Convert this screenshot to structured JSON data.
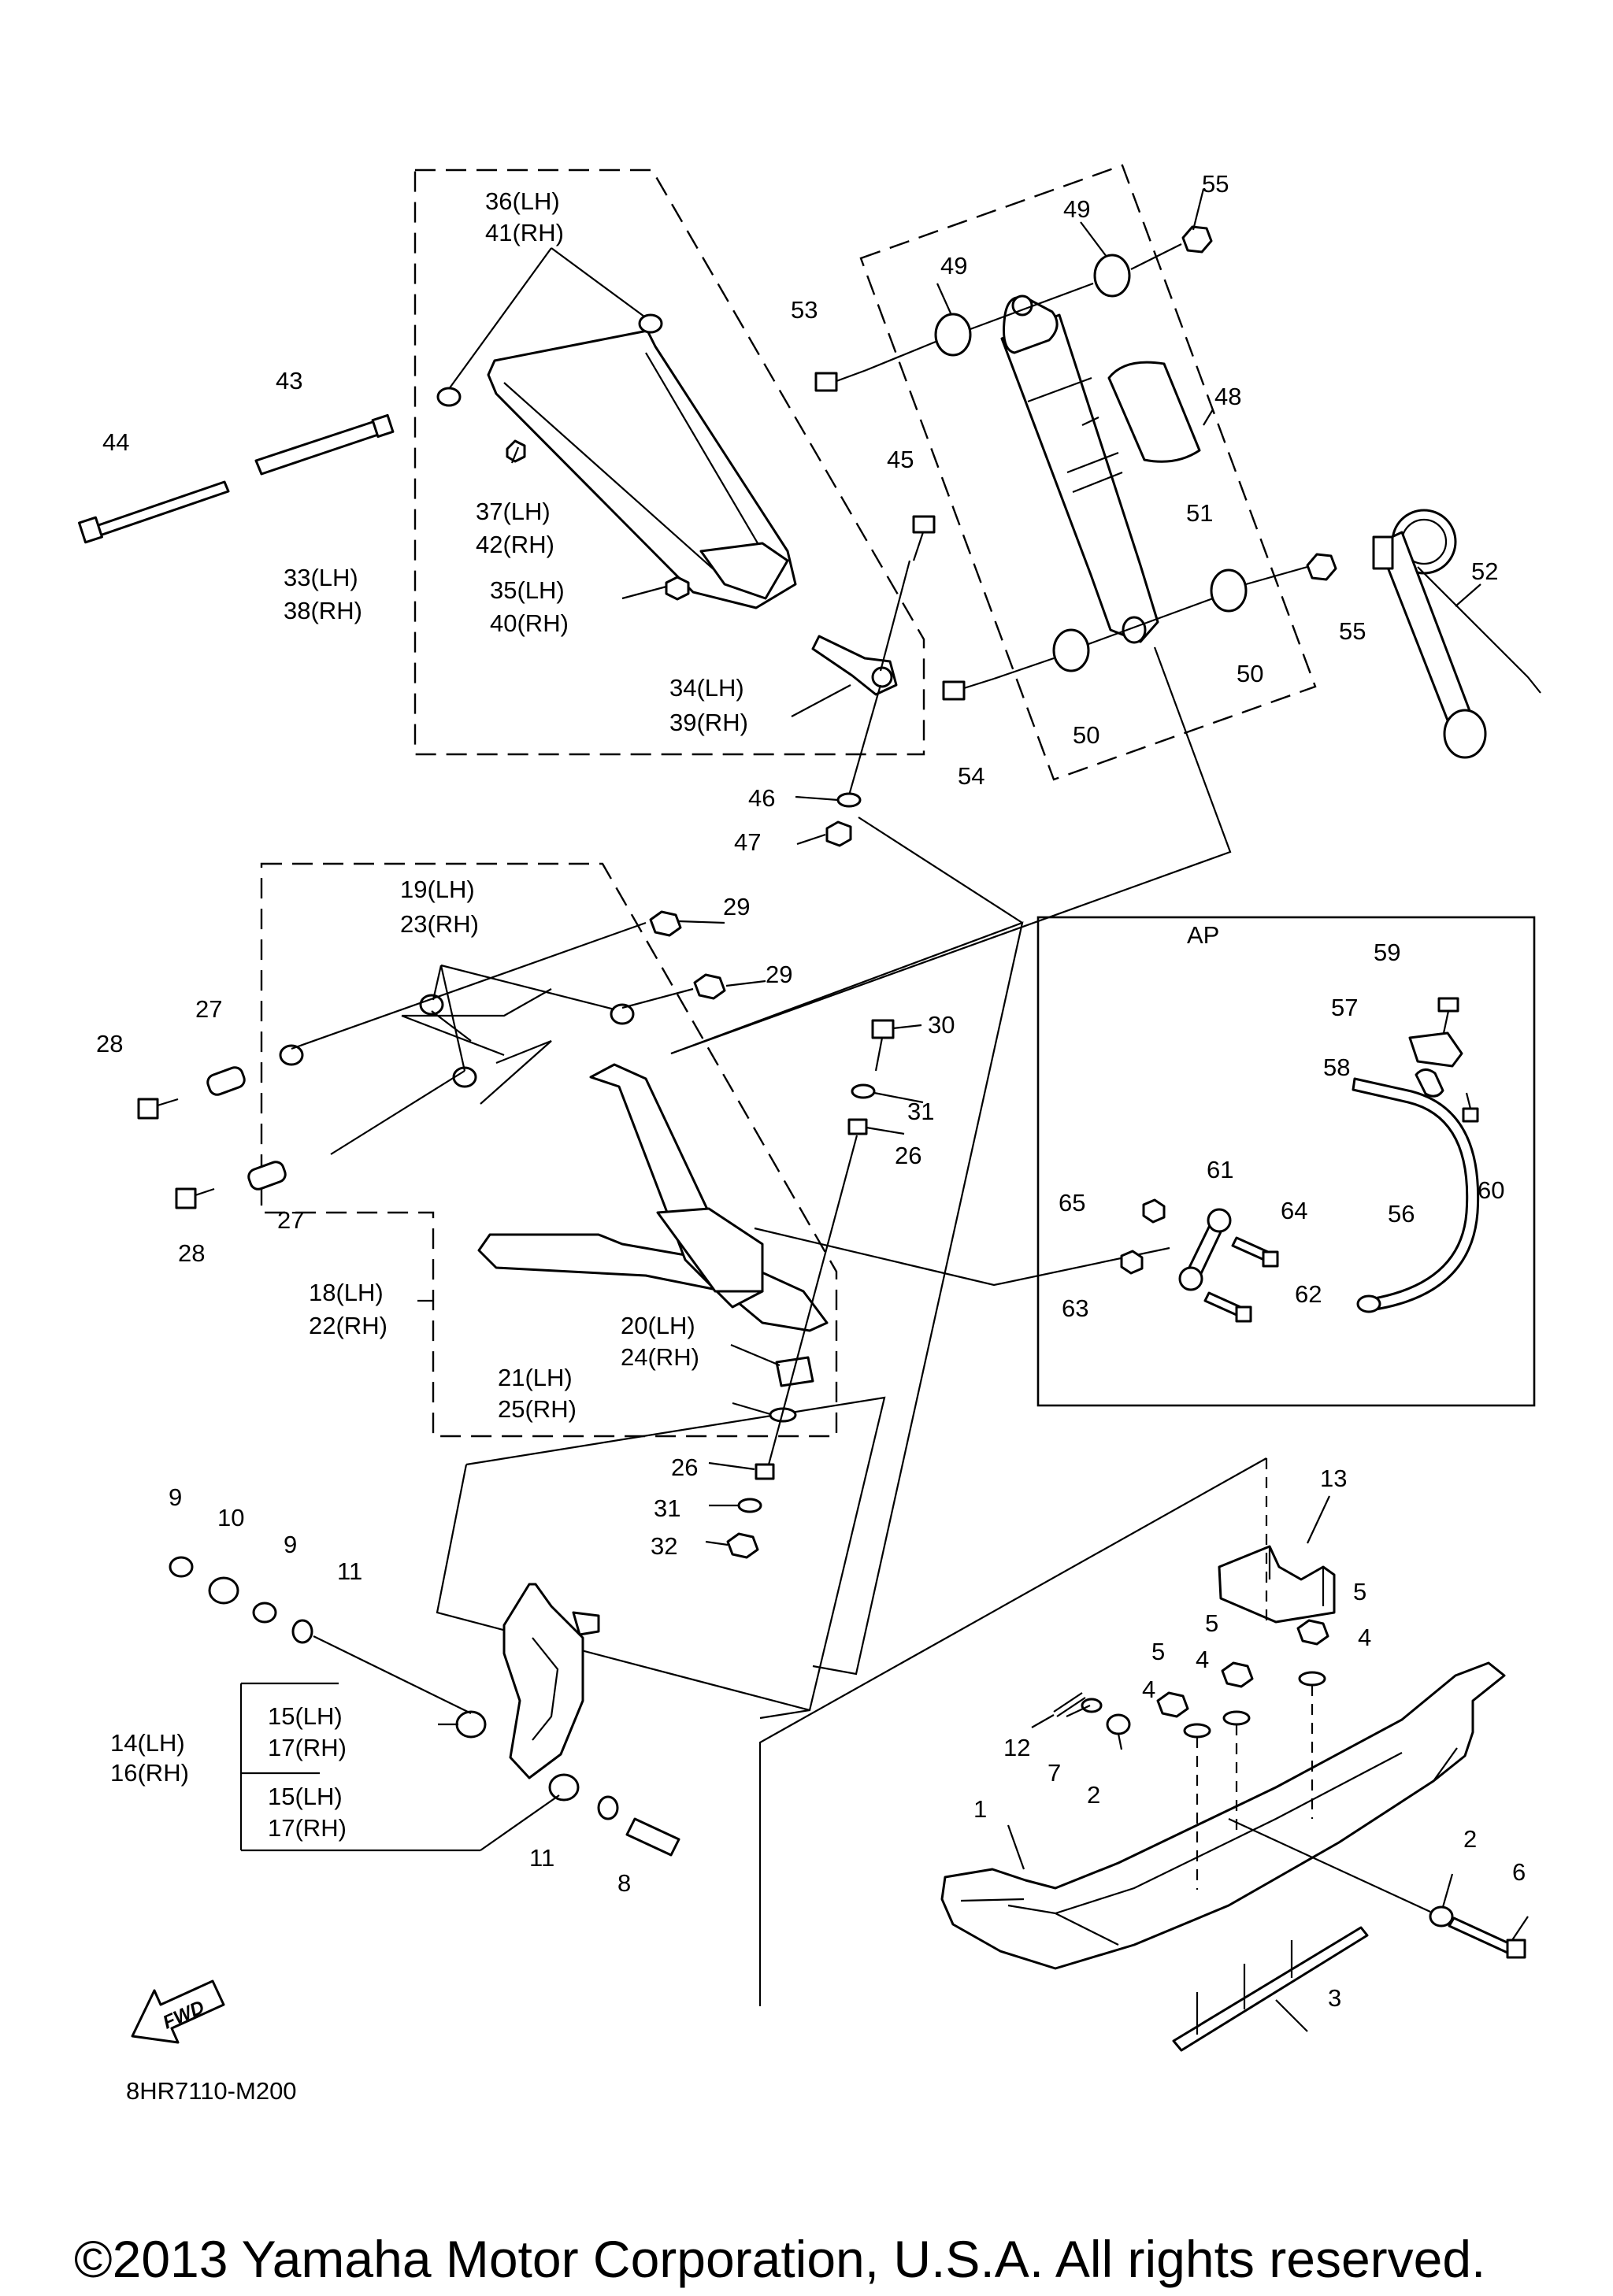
{
  "diagram": {
    "fwd_label": "FWD",
    "ap_label": "AP",
    "drawing_code": "8HR7110-M200",
    "copyright": "©2013 Yamaha Motor Corporation, U.S.A. All rights reserved.",
    "labels": [
      {
        "id": "l1",
        "text": "1"
      },
      {
        "id": "l2a",
        "text": "2"
      },
      {
        "id": "l2b",
        "text": "2"
      },
      {
        "id": "l3",
        "text": "3"
      },
      {
        "id": "l4a",
        "text": "4"
      },
      {
        "id": "l4b",
        "text": "4"
      },
      {
        "id": "l4c",
        "text": "4"
      },
      {
        "id": "l5a",
        "text": "5"
      },
      {
        "id": "l5b",
        "text": "5"
      },
      {
        "id": "l5c",
        "text": "5"
      },
      {
        "id": "l6",
        "text": "6"
      },
      {
        "id": "l7",
        "text": "7"
      },
      {
        "id": "l8",
        "text": "8"
      },
      {
        "id": "l9a",
        "text": "9"
      },
      {
        "id": "l9b",
        "text": "9"
      },
      {
        "id": "l10",
        "text": "10"
      },
      {
        "id": "l11a",
        "text": "11"
      },
      {
        "id": "l11b",
        "text": "11"
      },
      {
        "id": "l12",
        "text": "12"
      },
      {
        "id": "l13",
        "text": "13"
      },
      {
        "id": "l14",
        "text": "14(LH)"
      },
      {
        "id": "l16",
        "text": "16(RH)"
      },
      {
        "id": "l15a",
        "text": "15(LH)"
      },
      {
        "id": "l17a",
        "text": "17(RH)"
      },
      {
        "id": "l15b",
        "text": "15(LH)"
      },
      {
        "id": "l17b",
        "text": "17(RH)"
      },
      {
        "id": "l18",
        "text": "18(LH)"
      },
      {
        "id": "l22",
        "text": "22(RH)"
      },
      {
        "id": "l19",
        "text": "19(LH)"
      },
      {
        "id": "l23",
        "text": "23(RH)"
      },
      {
        "id": "l20",
        "text": "20(LH)"
      },
      {
        "id": "l24",
        "text": "24(RH)"
      },
      {
        "id": "l21",
        "text": "21(LH)"
      },
      {
        "id": "l25",
        "text": "25(RH)"
      },
      {
        "id": "l26a",
        "text": "26"
      },
      {
        "id": "l26b",
        "text": "26"
      },
      {
        "id": "l27a",
        "text": "27"
      },
      {
        "id": "l27b",
        "text": "27"
      },
      {
        "id": "l28a",
        "text": "28"
      },
      {
        "id": "l28b",
        "text": "28"
      },
      {
        "id": "l29a",
        "text": "29"
      },
      {
        "id": "l29b",
        "text": "29"
      },
      {
        "id": "l30",
        "text": "30"
      },
      {
        "id": "l31a",
        "text": "31"
      },
      {
        "id": "l31b",
        "text": "31"
      },
      {
        "id": "l32",
        "text": "32"
      },
      {
        "id": "l33",
        "text": "33(LH)"
      },
      {
        "id": "l38",
        "text": "38(RH)"
      },
      {
        "id": "l34",
        "text": "34(LH)"
      },
      {
        "id": "l39",
        "text": "39(RH)"
      },
      {
        "id": "l35",
        "text": "35(LH)"
      },
      {
        "id": "l40",
        "text": "40(RH)"
      },
      {
        "id": "l36",
        "text": "36(LH)"
      },
      {
        "id": "l41",
        "text": "41(RH)"
      },
      {
        "id": "l37",
        "text": "37(LH)"
      },
      {
        "id": "l42",
        "text": "42(RH)"
      },
      {
        "id": "l43",
        "text": "43"
      },
      {
        "id": "l44",
        "text": "44"
      },
      {
        "id": "l45",
        "text": "45"
      },
      {
        "id": "l46",
        "text": "46"
      },
      {
        "id": "l47",
        "text": "47"
      },
      {
        "id": "l48",
        "text": "48"
      },
      {
        "id": "l49a",
        "text": "49"
      },
      {
        "id": "l49b",
        "text": "49"
      },
      {
        "id": "l50a",
        "text": "50"
      },
      {
        "id": "l50b",
        "text": "50"
      },
      {
        "id": "l51",
        "text": "51"
      },
      {
        "id": "l52",
        "text": "52"
      },
      {
        "id": "l53",
        "text": "53"
      },
      {
        "id": "l54",
        "text": "54"
      },
      {
        "id": "l55a",
        "text": "55"
      },
      {
        "id": "l55b",
        "text": "55"
      },
      {
        "id": "l56",
        "text": "56"
      },
      {
        "id": "l57",
        "text": "57"
      },
      {
        "id": "l58",
        "text": "58"
      },
      {
        "id": "l59",
        "text": "59"
      },
      {
        "id": "l60",
        "text": "60"
      },
      {
        "id": "l61",
        "text": "61"
      },
      {
        "id": "l62",
        "text": "62"
      },
      {
        "id": "l63",
        "text": "63"
      },
      {
        "id": "l64",
        "text": "64"
      },
      {
        "id": "l65",
        "text": "65"
      }
    ]
  }
}
